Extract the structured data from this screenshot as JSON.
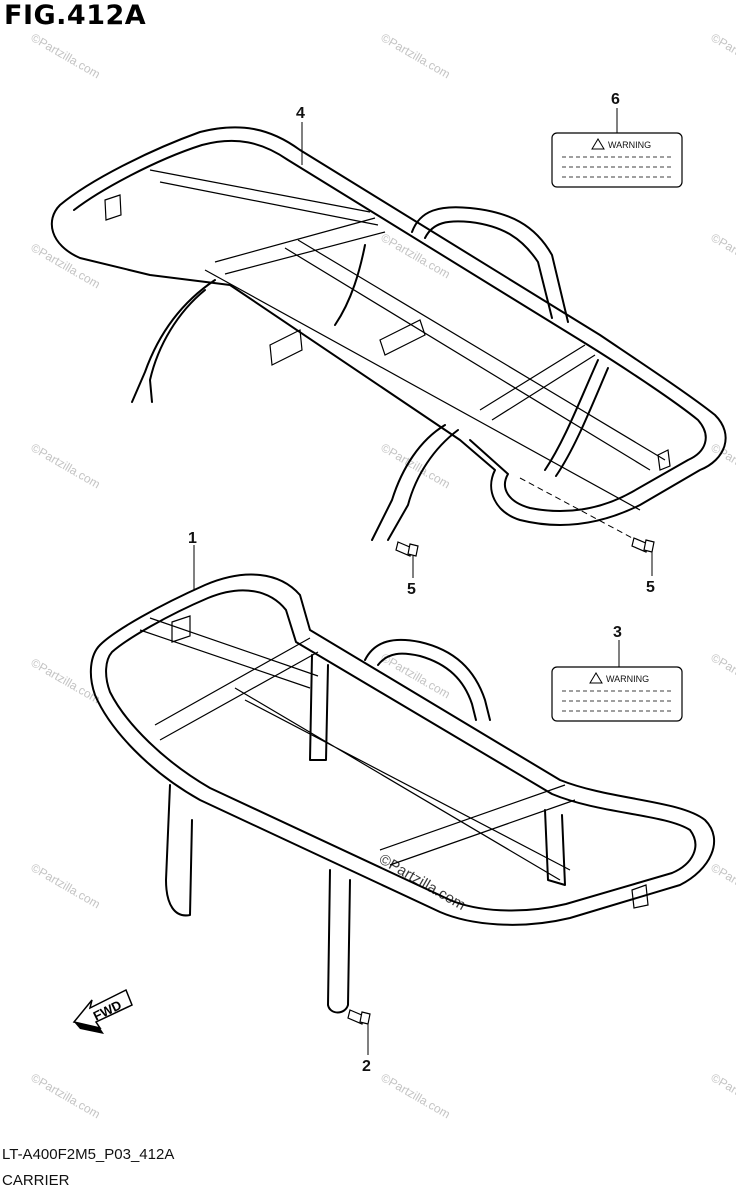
{
  "figure": {
    "title": "FIG.412A"
  },
  "footer": {
    "code": "LT-A400F2M5_P03_412A",
    "name": "CARRIER"
  },
  "callouts": [
    {
      "id": "1",
      "label": "1"
    },
    {
      "id": "2",
      "label": "2"
    },
    {
      "id": "3",
      "label": "3"
    },
    {
      "id": "4",
      "label": "4"
    },
    {
      "id": "5a",
      "label": "5"
    },
    {
      "id": "5b",
      "label": "5"
    },
    {
      "id": "6",
      "label": "6"
    }
  ],
  "labels": {
    "warning_text": "WARNING"
  },
  "direction": {
    "text": "FWD"
  },
  "watermark": {
    "text": "©Partzilla.com"
  }
}
